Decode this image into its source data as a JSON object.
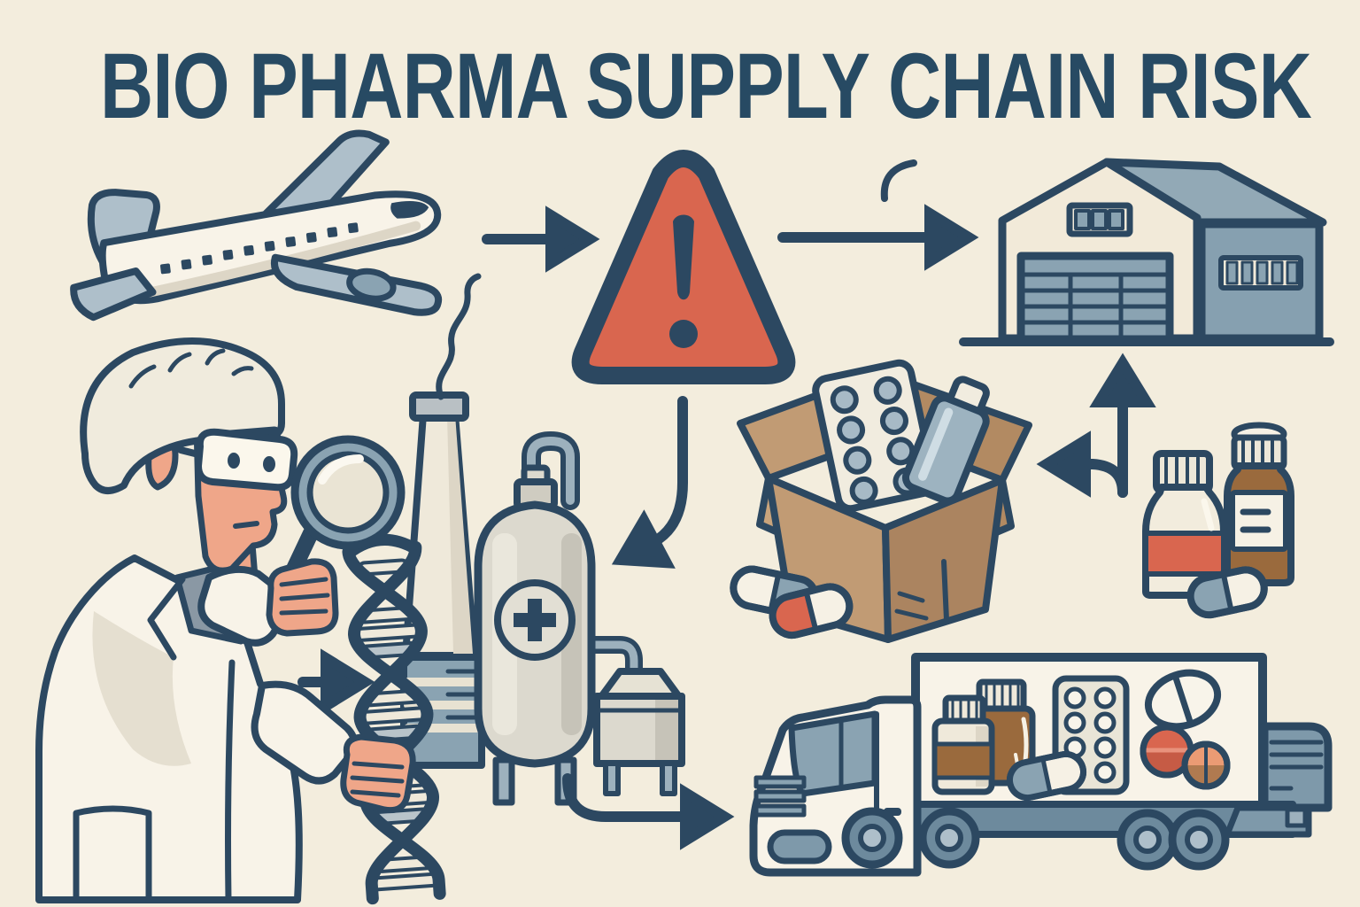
{
  "title": {
    "text": "BIO PHARMA SUPPLY CHAIN RISK"
  },
  "palette": {
    "background": "#f3eddd",
    "ink": "#2c4861",
    "alert_red": "#d9664f",
    "alert_red_dark": "#c65b45",
    "roof_blue": "#92a9b6",
    "steel_blue": "#8aa3b2",
    "wall_blue": "#86a0b0",
    "truck_blue": "#6d8a9d",
    "dark_blue": "#5f7d92",
    "light_blue": "#aebfca",
    "cream": "#f8f3e8",
    "paper_cream": "#efe9da",
    "shade_gray": "#ddd6c6",
    "cardboard": "#c19b74",
    "cardboard_dark": "#ab8460",
    "cardboard_flap": "#b28a62",
    "bottle_brown": "#9a6a3d",
    "skin": "#efa689",
    "tank_gray": "#dcd9ce",
    "tablet_orange": "#eb9b74",
    "tablet_brown": "#b07a50",
    "tee_gray": "#8a98a4"
  },
  "illustration": {
    "elements": [
      {
        "icon": "airplane-icon"
      },
      {
        "icon": "warning-triangle-icon"
      },
      {
        "icon": "warehouse-icon"
      },
      {
        "icon": "scientist-icon"
      },
      {
        "icon": "hairnet-icon"
      },
      {
        "icon": "safety-goggles-icon"
      },
      {
        "icon": "magnifying-glass-icon"
      },
      {
        "icon": "dna-helix-icon"
      },
      {
        "icon": "factory-chimney-icon"
      },
      {
        "icon": "smoke-icon"
      },
      {
        "icon": "bioreactor-tank-icon"
      },
      {
        "icon": "medical-cross-icon"
      },
      {
        "icon": "medicine-box-icon"
      },
      {
        "icon": "blister-pack-icon"
      },
      {
        "icon": "capsule-icon"
      },
      {
        "icon": "pill-bottle-icon"
      },
      {
        "icon": "syrup-bottle-icon"
      },
      {
        "icon": "oval-pill-icon"
      },
      {
        "icon": "round-tablet-icon"
      },
      {
        "icon": "delivery-truck-icon"
      }
    ],
    "arrows": [
      {
        "id": "airplane-to-warning",
        "direction": "right"
      },
      {
        "id": "warning-to-warehouse",
        "direction": "right"
      },
      {
        "id": "warning-to-bioreactor",
        "direction": "down-left"
      },
      {
        "id": "scientist-to-dna",
        "direction": "right"
      },
      {
        "id": "box-to-warehouse",
        "direction": "up"
      },
      {
        "id": "junction-to-box",
        "direction": "left"
      },
      {
        "id": "bioreactor-to-truck",
        "direction": "right"
      }
    ]
  }
}
